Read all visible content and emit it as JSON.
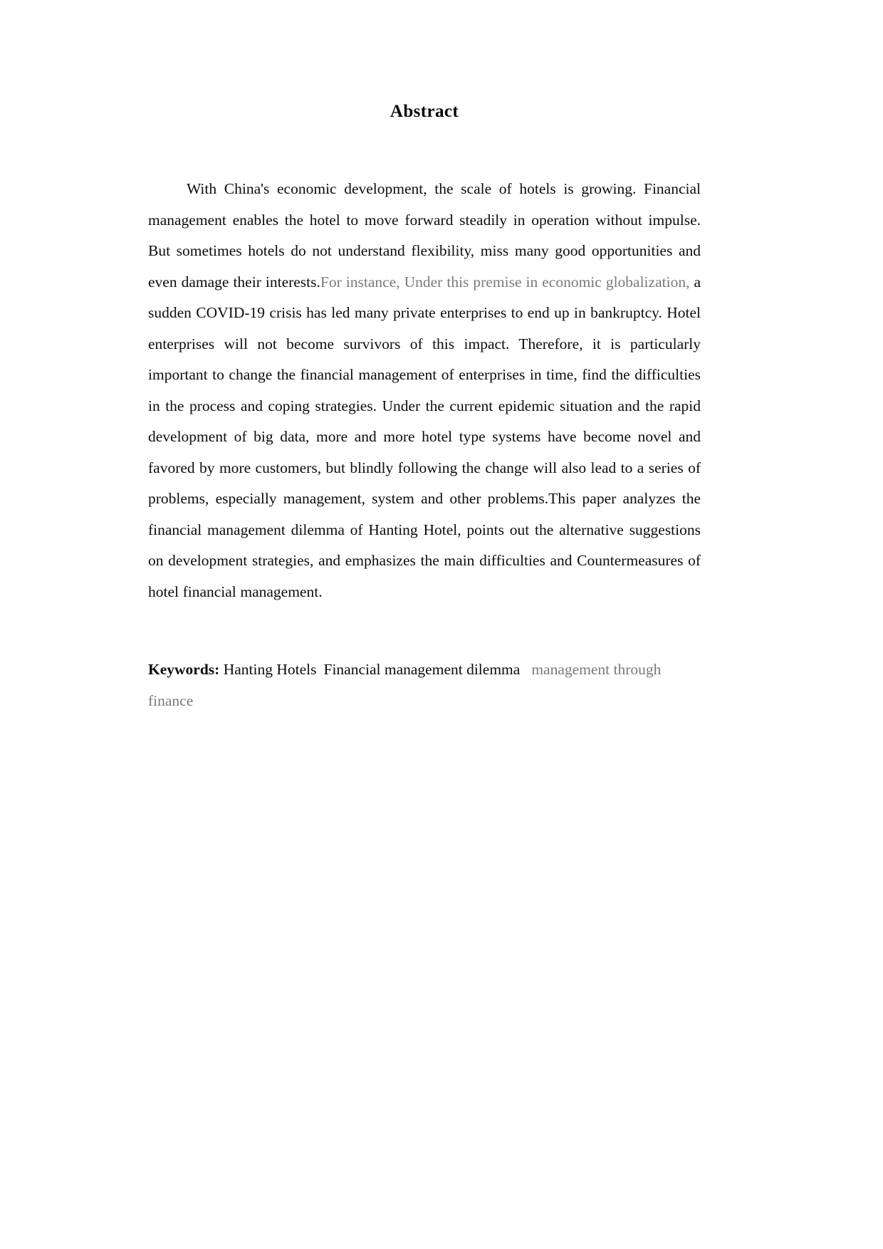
{
  "document": {
    "heading": "Abstract",
    "abstract": {
      "segment_1_black": "With China's economic development, the scale of hotels is growing. Financial management enables the hotel to move forward steadily in operation without impulse. But sometimes hotels do not understand flexibility, miss many good opportunities and even damage their interests.",
      "segment_2_grey": "For instance, Under this premise in economic globalization,",
      "segment_3_black": "a sudden COVID-19 crisis has led many private enterprises to end up in bankruptcy. Hotel enterprises will not become survivors of this impact. Therefore, it is particularly important to change the financial management of enterprises in time, find the difficulties in the process and coping strategies. Under the current epidemic situation and the rapid development of big data, more and more hotel type systems have become novel and favored by more customers, but blindly following the change will also lead to a series of problems, especially management, system and other problems.This paper analyzes the financial management dilemma of Hanting Hotel, points out the alternative suggestions on development strategies, and emphasizes the main difficulties and Countermeasures of hotel financial management."
    },
    "keywords": {
      "label": "Keywords:",
      "term_1": "Hanting Hotels",
      "term_2": "Financial management dilemma",
      "term_3_grey": "management through finance"
    }
  }
}
